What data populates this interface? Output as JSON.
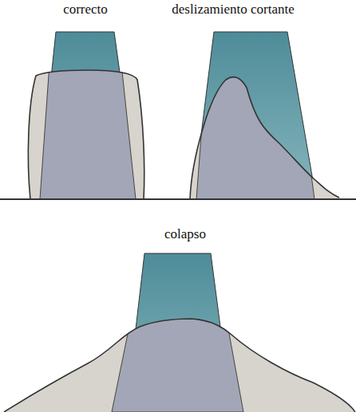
{
  "diagram": {
    "labels": [
      "correcto",
      "deslizamiento cortante",
      "colapso"
    ]
  }
}
